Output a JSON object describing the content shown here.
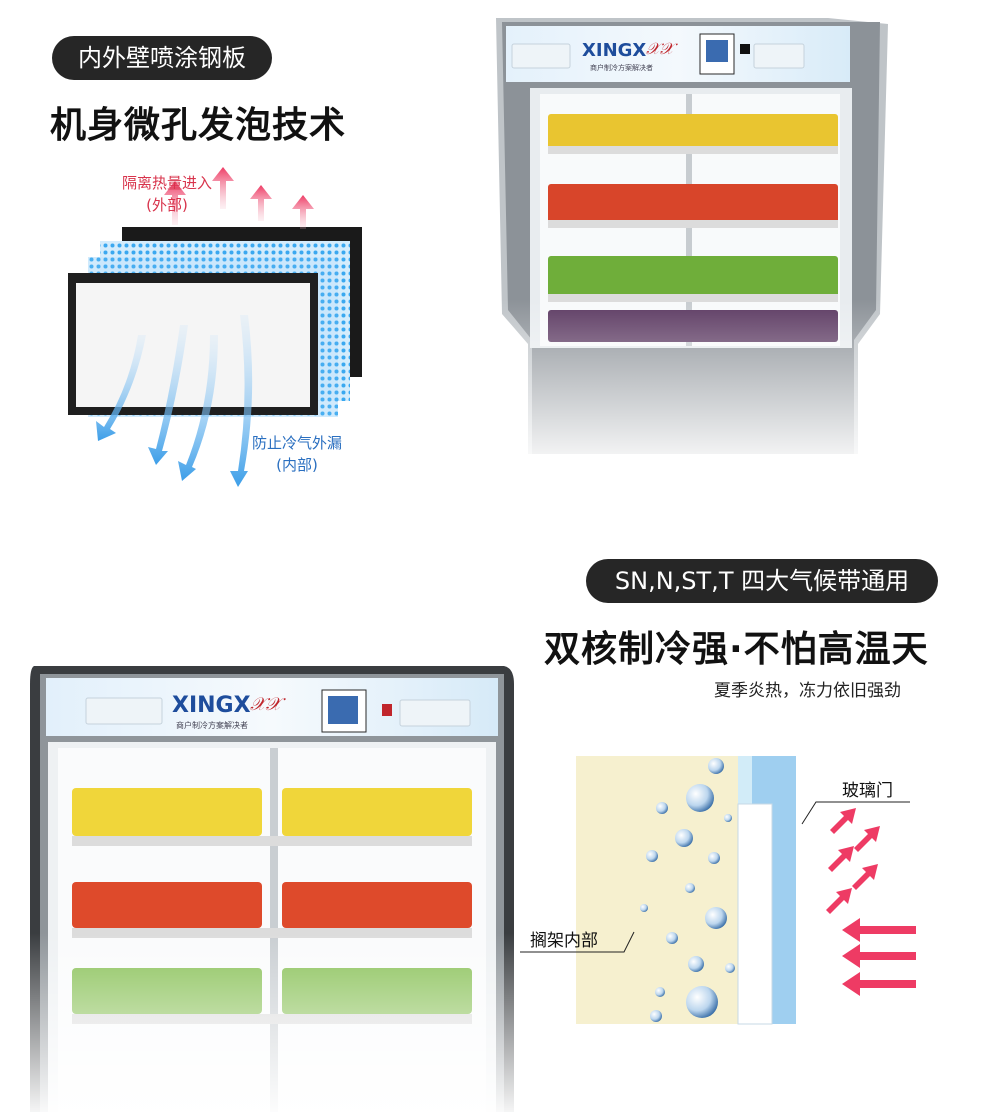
{
  "section1": {
    "badge": "内外壁喷涂钢板",
    "title": "机身微孔发泡技术",
    "label_outer_line1": "隔离热量进入",
    "label_outer_line2": "(外部)",
    "label_inner_line1": "防止冷气外漏",
    "label_inner_line2": "(内部)"
  },
  "section2": {
    "badge": "SN,N,ST,T 四大气候带通用",
    "title": "双核制冷强·不怕高温天",
    "subtitle": "夏季炎热，冻力依旧强劲",
    "callout_glass": "玻璃门",
    "callout_shelf": "搁架内部"
  },
  "fridge": {
    "brand": "XINGX",
    "brand_tagline": "商户制冷方案解决者"
  },
  "colors": {
    "dark": "#262626",
    "red_arrow": "#ee3b64",
    "blue_arrow": "#3c9ee8",
    "brand_blue": "#1e4d9c",
    "cream": "#f6f0cf"
  }
}
